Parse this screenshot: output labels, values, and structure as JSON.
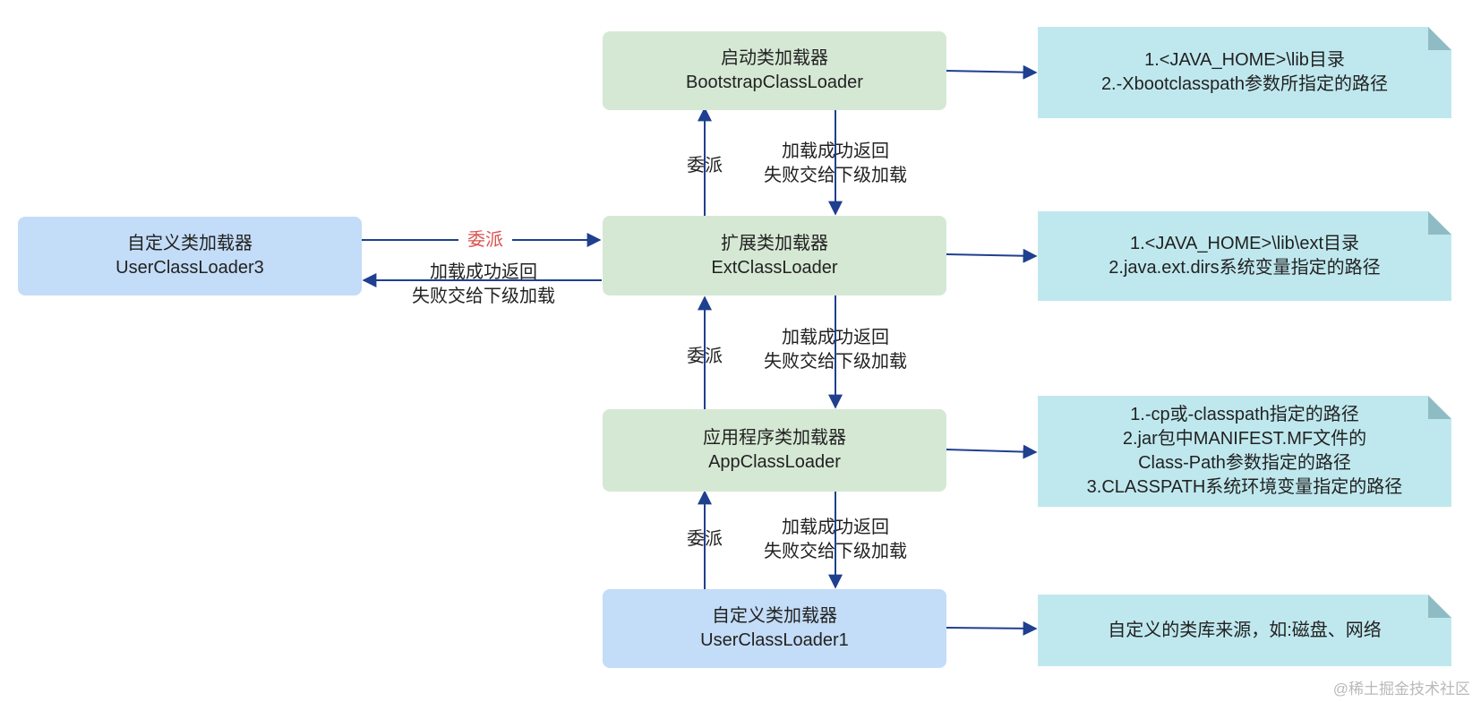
{
  "loaders": {
    "bootstrap": {
      "name": "启动类加载器",
      "class": "BootstrapClassLoader"
    },
    "ext": {
      "name": "扩展类加载器",
      "class": "ExtClassLoader"
    },
    "app": {
      "name": "应用程序类加载器",
      "class": "AppClassLoader"
    },
    "user1": {
      "name": "自定义类加载器",
      "class": "UserClassLoader1"
    },
    "user3": {
      "name": "自定义类加载器",
      "class": "UserClassLoader3"
    }
  },
  "notes": {
    "bootstrap": [
      "1.<JAVA_HOME>\\lib目录",
      "2.-Xbootclasspath参数所指定的路径"
    ],
    "ext": [
      "1.<JAVA_HOME>\\lib\\ext目录",
      "2.java.ext.dirs系统变量指定的路径"
    ],
    "app": [
      "1.-cp或-classpath指定的路径",
      "2.jar包中MANIFEST.MF文件的",
      "Class-Path参数指定的路径",
      "3.CLASSPATH系统环境变量指定的路径"
    ],
    "user1": [
      "自定义的类库来源，如:磁盘、网络"
    ]
  },
  "labels": {
    "delegate": "委派",
    "return_line1": "加载成功返回",
    "return_line2": "失败交给下级加载"
  },
  "colors": {
    "loader_green": "#d5e8d4",
    "loader_blue": "#c3dcf7",
    "note": "#bfe8ee",
    "arrow": "#1f3f8f",
    "delegate_highlight": "#d9534f"
  },
  "watermark": "@稀土掘金技术社区"
}
